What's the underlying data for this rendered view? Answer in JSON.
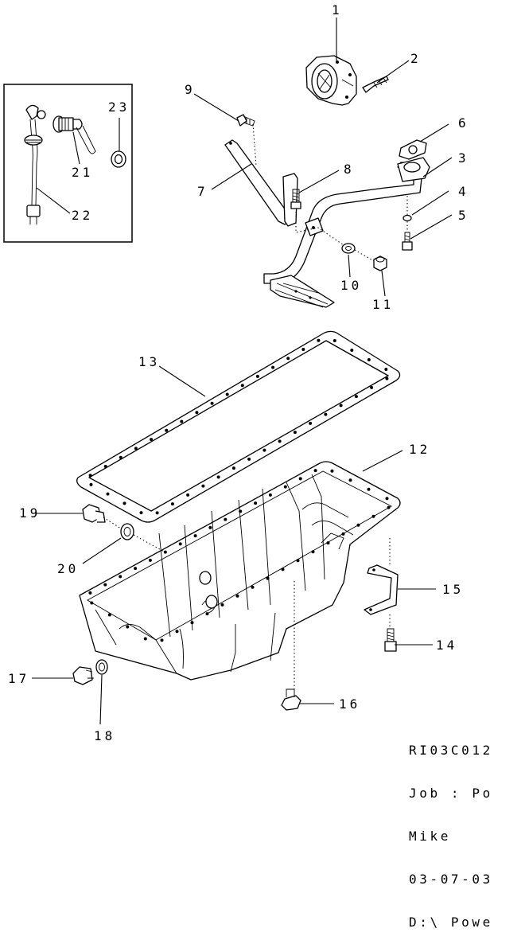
{
  "callouts": {
    "c1": "1",
    "c2": "2",
    "c3": "3",
    "c4": "4",
    "c5": "5",
    "c6": "6",
    "c7": "7",
    "c8": "8",
    "c9": "9",
    "c10": "10",
    "c11": "11",
    "c12": "12",
    "c13": "13",
    "c14": "14",
    "c15": "15",
    "c16": "16",
    "c17": "17",
    "c18": "18",
    "c19": "19",
    "c20": "20",
    "c21": "21",
    "c22": "22",
    "c23": "23"
  },
  "info_block": {
    "line1": "RI03C012",
    "line2": "Job : Po",
    "line3": "Mike",
    "line4": "03-07-03",
    "line5": "D:\\ Powe"
  }
}
